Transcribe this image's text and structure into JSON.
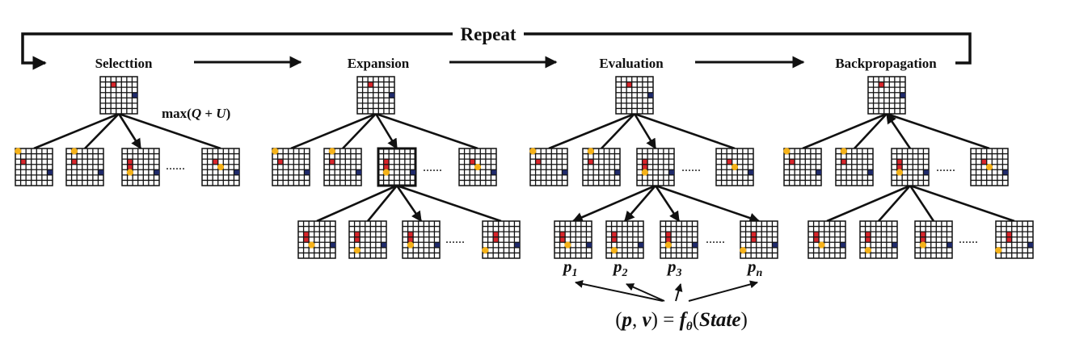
{
  "loop": {
    "label": "Repeat"
  },
  "stages": [
    {
      "label": "Selecttion"
    },
    {
      "label": "Expansion"
    },
    {
      "label": "Evaluation"
    },
    {
      "label": "Backpropagation"
    }
  ],
  "selection_formula": {
    "prefix": "max(",
    "q": "Q",
    "plus": " + ",
    "u": "U",
    "suffix": ")"
  },
  "ellipsis": "......",
  "policy_labels": [
    {
      "base": "p",
      "sub": "1"
    },
    {
      "base": "p",
      "sub": "2"
    },
    {
      "base": "p",
      "sub": "3"
    },
    {
      "base": "p",
      "sub": "n"
    }
  ],
  "network_formula": {
    "lhs_open": "(",
    "p": "p",
    "comma": ", ",
    "v": "v",
    "lhs_close": ")",
    "eq": " = ",
    "f": "f",
    "theta": "θ",
    "arg_open": "(",
    "arg": "State",
    "arg_close": ")"
  },
  "colors": {
    "red_stone": "#d9252b",
    "yellow_stone": "#f5b21a",
    "navy_stone": "#1f2a6b",
    "grid": "#111111"
  }
}
